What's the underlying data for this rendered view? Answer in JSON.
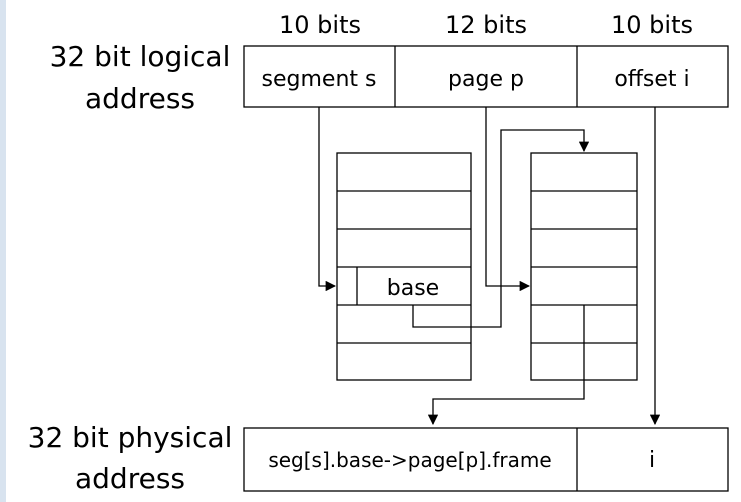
{
  "bit_widths": [
    "10 bits",
    "12 bits",
    "10 bits"
  ],
  "logical_label": [
    "32 bit logical",
    "address"
  ],
  "logical_fields": [
    "segment s",
    "page p",
    "offset i"
  ],
  "segment_table": {
    "entry_label": "base"
  },
  "physical_label": [
    "32 bit physical",
    "address"
  ],
  "physical_fields": [
    "seg[s].base->page[p].frame",
    "i"
  ],
  "colors": {
    "line": "#000000",
    "background": "#ffffff"
  }
}
